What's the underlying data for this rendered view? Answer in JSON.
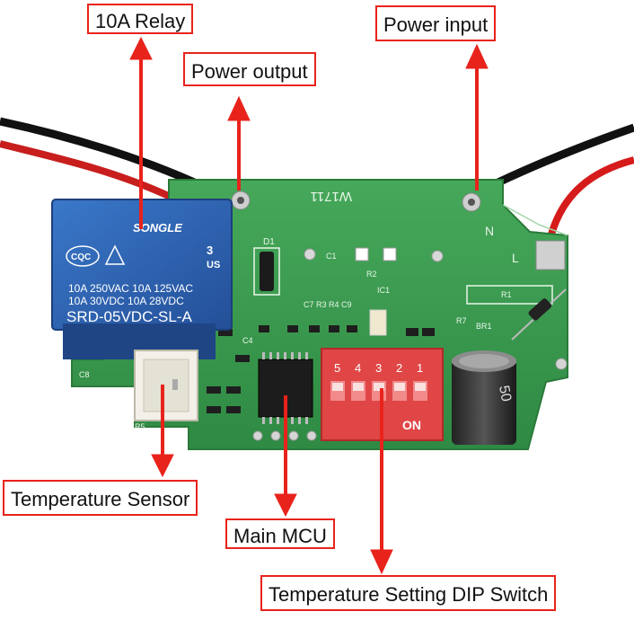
{
  "callouts": {
    "relay": "10A Relay",
    "power_output": "Power output",
    "power_input": "Power input",
    "temperature_sensor": "Temperature Sensor",
    "main_mcu": "Main MCU",
    "dip_switch": "Temperature Setting DIP Switch"
  },
  "board": {
    "model": "W1711",
    "terminal_n": "N",
    "terminal_l": "L"
  },
  "relay": {
    "brand": "SONGLE",
    "line1": "10A 250VAC  10A 125VAC",
    "line2": "10A 30VDC  10A 28VDC",
    "model": "SRD-05VDC-SL-A",
    "cqc": "CQC",
    "us": "US"
  },
  "dip": {
    "numbers": [
      "5",
      "4",
      "3",
      "2",
      "1"
    ],
    "on_label": "ON"
  },
  "capacitor": {
    "value": "50"
  },
  "silkscreen": {
    "d1": "D1",
    "c1": "C1",
    "r2": "R2",
    "ic1": "IC1",
    "r1": "R1",
    "br1": "BR1",
    "r7": "R7",
    "c8": "C8",
    "r5": "R5",
    "c4": "C4",
    "row_labels": "C7 R3 R4 C9"
  },
  "colors": {
    "arrow": "#e8231b",
    "pcb": "#3d9a4f",
    "relay": "#2f66b3",
    "dip": "#e03d3d"
  }
}
